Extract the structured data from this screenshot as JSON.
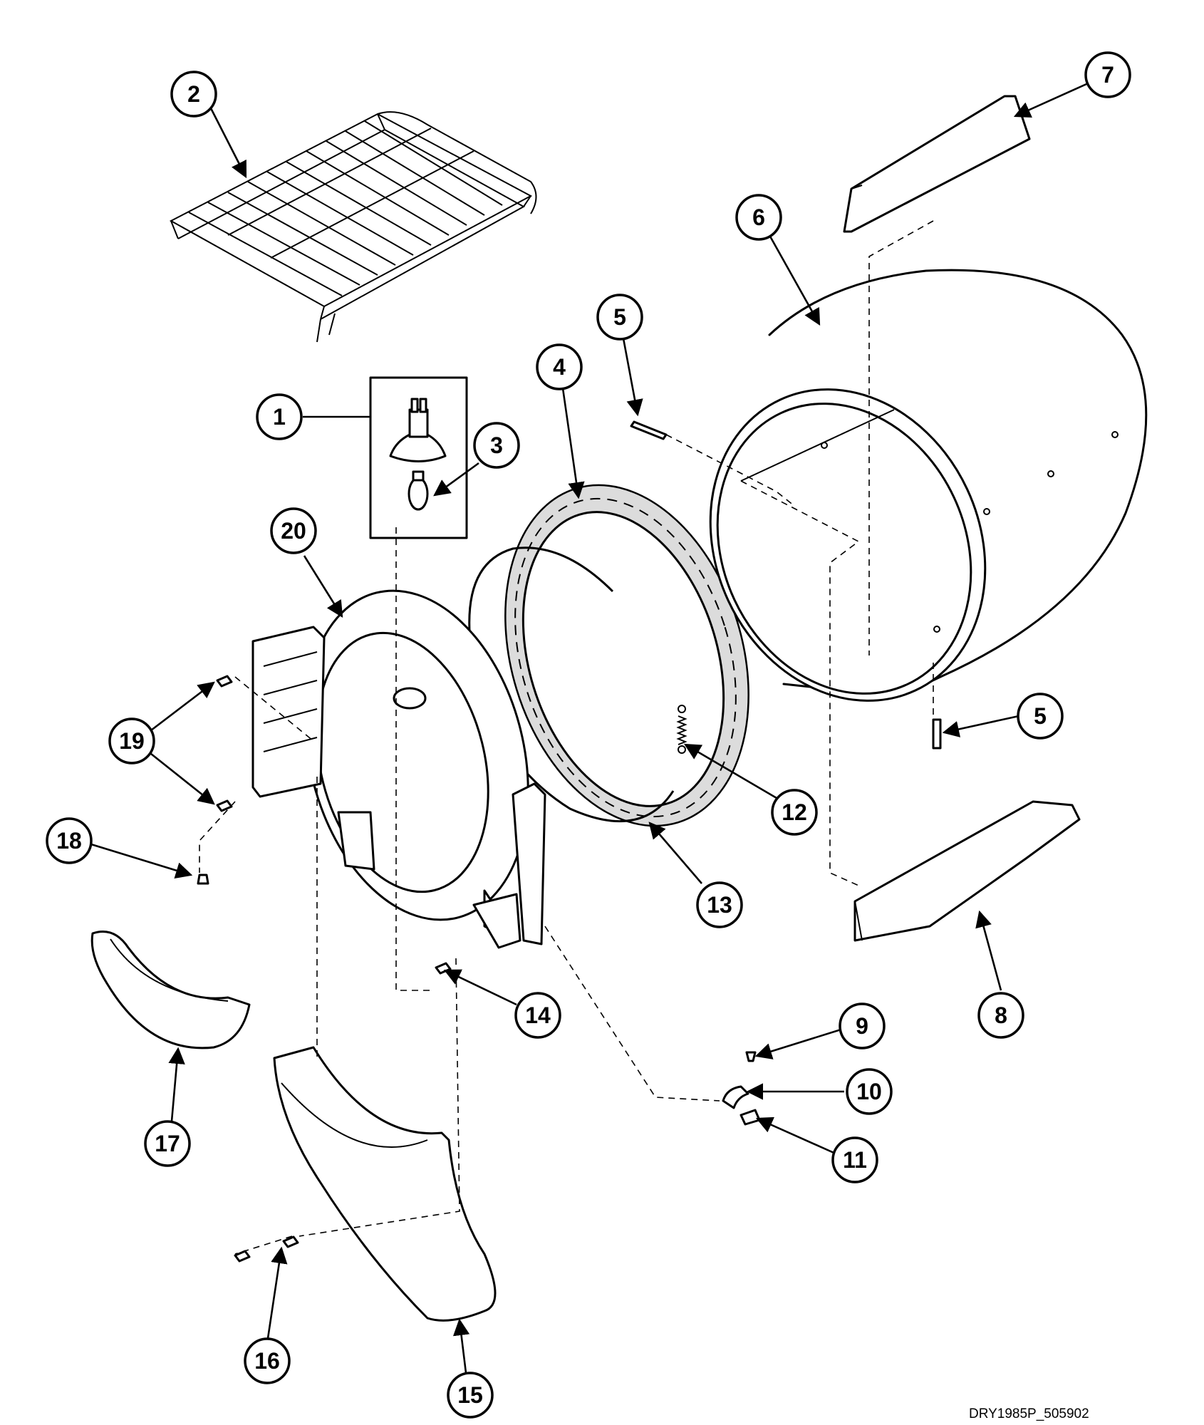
{
  "diagram": {
    "reference_code": "DRY1985P_505902",
    "callouts": [
      {
        "id": "callout-1",
        "label": "1"
      },
      {
        "id": "callout-2",
        "label": "2"
      },
      {
        "id": "callout-3",
        "label": "3"
      },
      {
        "id": "callout-4",
        "label": "4"
      },
      {
        "id": "callout-5a",
        "label": "5"
      },
      {
        "id": "callout-5b",
        "label": "5"
      },
      {
        "id": "callout-6",
        "label": "6"
      },
      {
        "id": "callout-7",
        "label": "7"
      },
      {
        "id": "callout-8",
        "label": "8"
      },
      {
        "id": "callout-9",
        "label": "9"
      },
      {
        "id": "callout-10",
        "label": "10"
      },
      {
        "id": "callout-11",
        "label": "11"
      },
      {
        "id": "callout-12",
        "label": "12"
      },
      {
        "id": "callout-13",
        "label": "13"
      },
      {
        "id": "callout-14",
        "label": "14"
      },
      {
        "id": "callout-15",
        "label": "15"
      },
      {
        "id": "callout-16",
        "label": "16"
      },
      {
        "id": "callout-17",
        "label": "17"
      },
      {
        "id": "callout-18",
        "label": "18"
      },
      {
        "id": "callout-19",
        "label": "19"
      },
      {
        "id": "callout-20",
        "label": "20"
      }
    ]
  }
}
